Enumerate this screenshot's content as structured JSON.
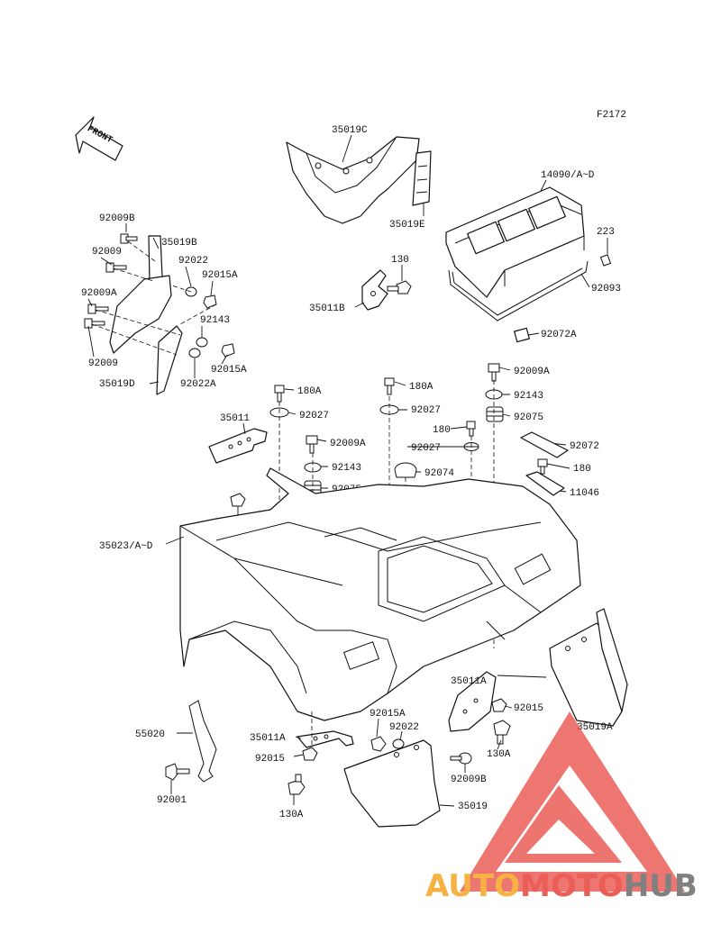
{
  "figure_code": "F2172",
  "front_label": "FRONT",
  "watermark": {
    "part1": "AUTO",
    "part2": "MOTO",
    "part3": "HUB",
    "color_orange": "#f5a623",
    "color_red": "#e8423a",
    "color_gray": "#6b6b6b"
  },
  "labels": {
    "l_35019C": "35019C",
    "l_35019E": "35019E",
    "l_14090": "14090/A~D",
    "l_223": "223",
    "l_92093": "92093",
    "l_92072A": "92072A",
    "l_130_top": "130",
    "l_35011B": "35011B",
    "l_92009B_left": "92009B",
    "l_35019B": "35019B",
    "l_92009_a": "92009",
    "l_92022": "92022",
    "l_92015A_a": "92015A",
    "l_92009A_left": "92009A",
    "l_92143_left": "92143",
    "l_92009_b": "92009",
    "l_92015A_b": "92015A",
    "l_35019D": "35019D",
    "l_92022A": "92022A",
    "l_180A_1": "180A",
    "l_180A_2": "180A",
    "l_92009A_r": "92009A",
    "l_92143_r": "92143",
    "l_35011": "35011",
    "l_92027_1": "92027",
    "l_92027_2": "92027",
    "l_92075_r": "92075",
    "l_180_1": "180",
    "l_92072": "92072",
    "l_92009A_m": "92009A",
    "l_92027_3": "92027",
    "l_92143_m": "92143",
    "l_92074": "92074",
    "l_180_2": "180",
    "l_92075_m": "92075",
    "l_11046": "11046",
    "l_130_mid": "130",
    "l_35023": "35023/A~D",
    "l_35011A_r": "35011A",
    "l_92015_r": "92015",
    "l_35019A": "35019A",
    "l_130A_r": "130A",
    "l_92015A_bot": "92015A",
    "l_92022_bot": "92022",
    "l_55020": "55020",
    "l_35011A_l": "35011A",
    "l_92015_l": "92015",
    "l_92009B_bot": "92009B",
    "l_35019": "35019",
    "l_130A_l": "130A",
    "l_92001": "92001"
  }
}
